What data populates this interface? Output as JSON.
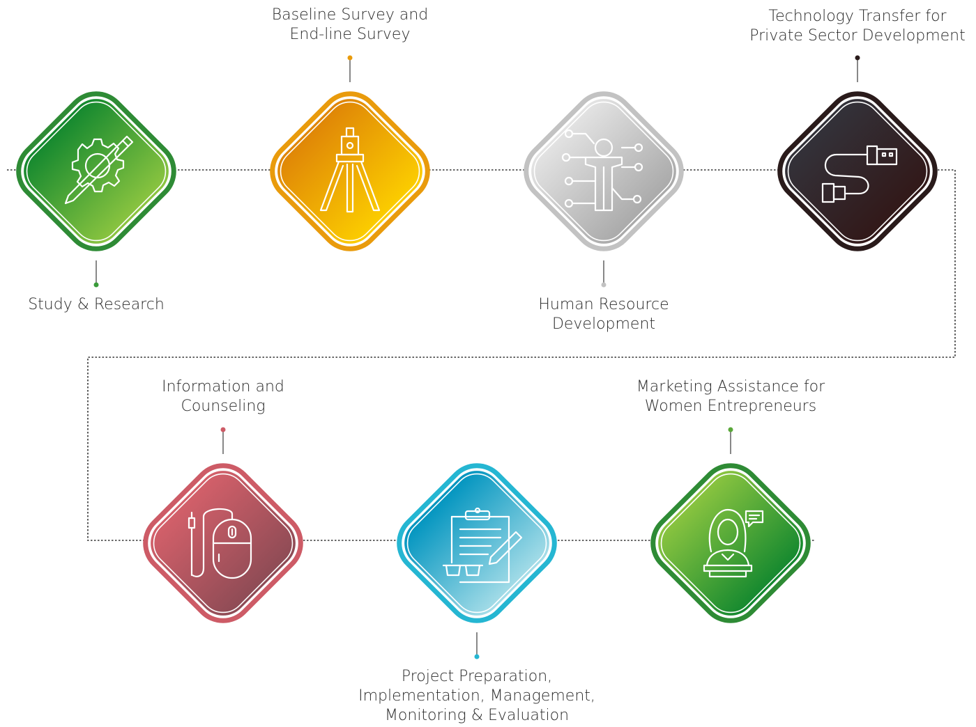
{
  "colors": {
    "green": "#2e8b35",
    "orange": "#e99b0c",
    "gray": "#c2c2c2",
    "dark": "#2a1b1b",
    "red": "#cd5b66",
    "cyan": "#25b6d2",
    "connector": "#333333"
  },
  "steps": [
    {
      "id": "study-research",
      "lines": [
        "Study & Research"
      ],
      "icon": "gear-pencil-icon"
    },
    {
      "id": "baseline-survey",
      "lines": [
        "Baseline Survey and",
        "End-line Survey"
      ],
      "icon": "surveyor-tripod-icon"
    },
    {
      "id": "human-resource",
      "lines": [
        "Human Resource",
        "Development"
      ],
      "icon": "human-network-icon"
    },
    {
      "id": "technology-transfer",
      "lines": [
        "Technology Transfer for",
        "Private Sector Development"
      ],
      "icon": "usb-cable-icon"
    },
    {
      "id": "information-counseling",
      "lines": [
        "Information and",
        "Counseling"
      ],
      "icon": "computer-mouse-icon"
    },
    {
      "id": "project-preparation",
      "lines": [
        "Project Preparation,",
        "Implementation, Management,",
        "Monitoring & Evaluation"
      ],
      "icon": "clipboard-glasses-icon"
    },
    {
      "id": "marketing-assistance",
      "lines": [
        "Marketing Assistance for",
        "Women Entrepreneurs"
      ],
      "icon": "woman-chat-icon"
    }
  ]
}
